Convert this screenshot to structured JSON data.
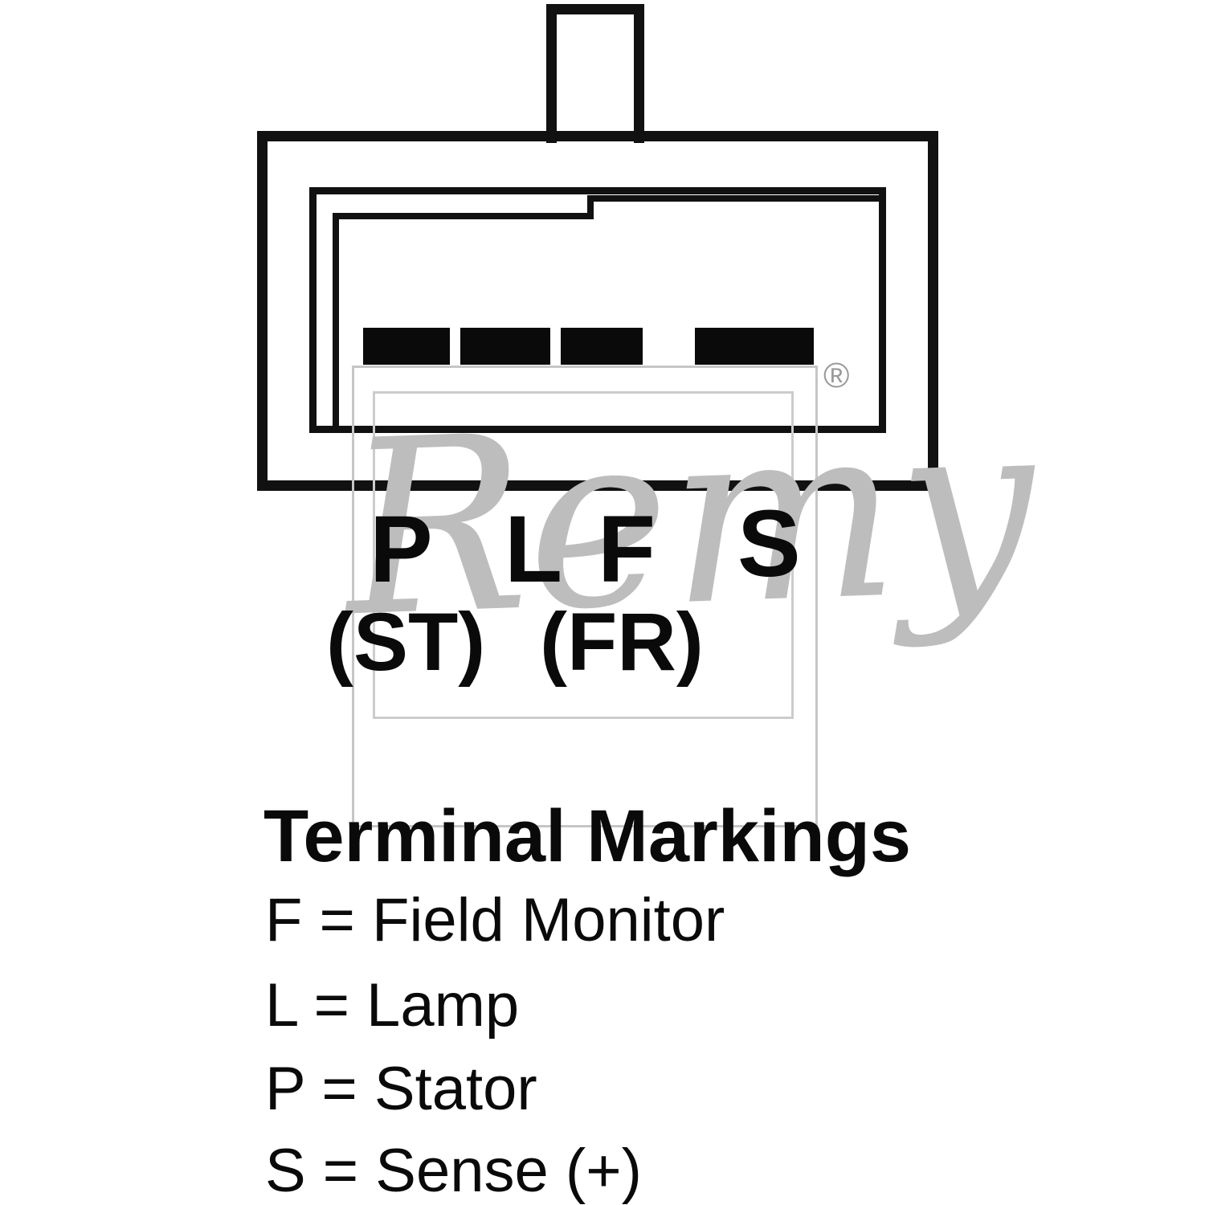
{
  "diagram": {
    "title": "Alternator voltage regulator plug terminal diagram",
    "watermark": {
      "text": "Remy",
      "registered_mark": "®",
      "color": "#bdbdbd"
    },
    "connector": {
      "terminal_count": 4,
      "line_color": "#111111",
      "fill_color": "#ffffff"
    },
    "terminals": {
      "labels": [
        "P",
        "L",
        "F",
        "S"
      ],
      "sub_labels": [
        "(ST)",
        "(FR)"
      ]
    },
    "legend": {
      "title": "Terminal Markings",
      "items": [
        "F = Field Monitor",
        "L = Lamp",
        "P = Stator",
        "S = Sense (+)"
      ]
    }
  }
}
